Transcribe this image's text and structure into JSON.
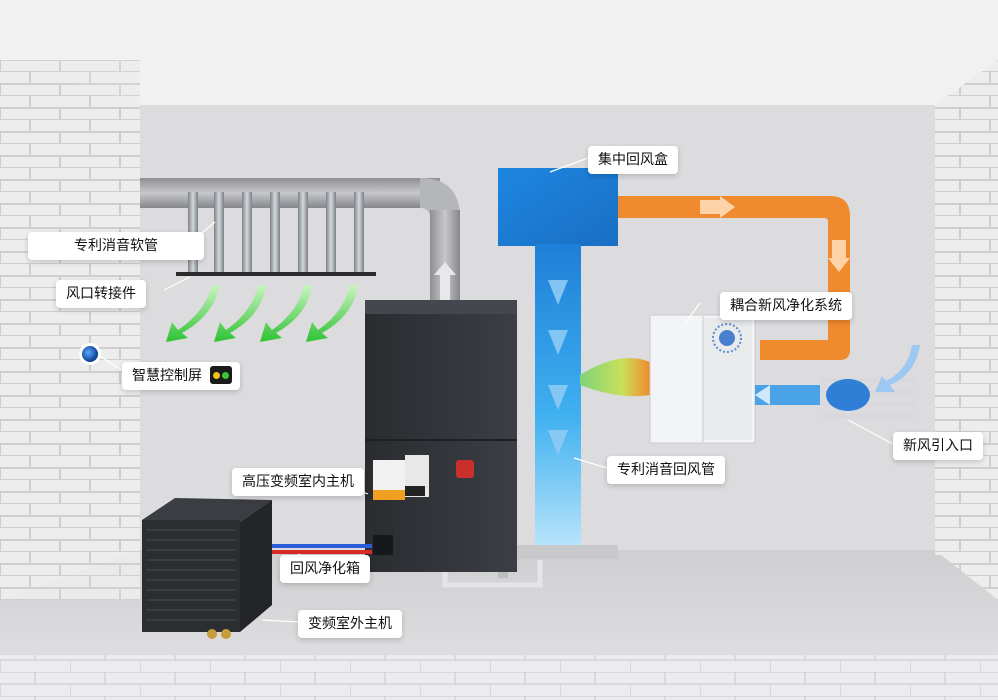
{
  "labels": {
    "silencer_hose": "专利消音软管",
    "air_outlet_adapter": "风口转接件",
    "smart_control_screen": "智慧控制屏",
    "central_return_box": "集中回风盒",
    "coupled_fresh_air_system": "耦合新风净化系统",
    "fresh_air_inlet": "新风引入口",
    "silencer_return_duct": "专利消音回风管",
    "indoor_unit": "高压变频室内主机",
    "return_purifier_box": "回风净化箱",
    "outdoor_unit": "变频室外主机"
  },
  "colors": {
    "wall": "#dcdcde",
    "brick": "#ececec",
    "duct_gray": "#a9a9ad",
    "return_duct_blue": "#1f8fe0",
    "fresh_air_orange": "#f08a2e",
    "arrow_green": "#3fcf3f",
    "arrow_blue": "#bfe3ff",
    "unit_dark": "#2f3136"
  },
  "icons": [
    "control-knob-icon",
    "control-screen-icon",
    "brand-logo-icon"
  ]
}
